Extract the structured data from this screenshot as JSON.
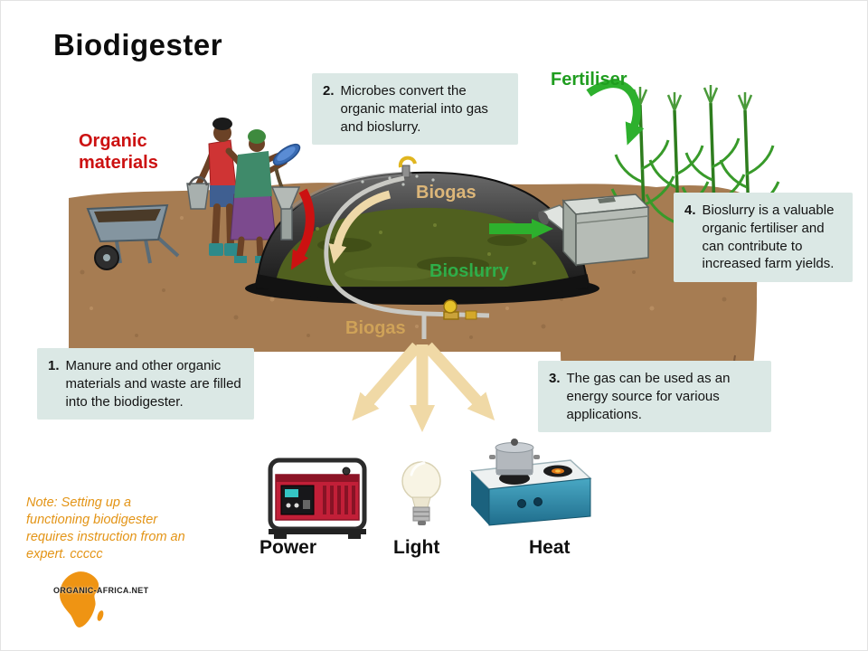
{
  "title": "Biodigester",
  "diagram": {
    "organic_materials_label": "Organic materials",
    "fertiliser_label": "Fertiliser",
    "biogas_top_label": "Biogas",
    "bioslurry_label": "Bioslurry",
    "biogas_bottom_label": "Biogas",
    "output_labels": {
      "power": "Power",
      "light": "Light",
      "heat": "Heat"
    }
  },
  "callouts": [
    {
      "number": "1.",
      "text": "Manure and other organic materials and waste are filled into the biodigester."
    },
    {
      "number": "2.",
      "text": "Microbes convert the organic material into gas and bioslurry."
    },
    {
      "number": "3.",
      "text": "The gas can be used as an energy source for various applications."
    },
    {
      "number": "4.",
      "text": "Bioslurry is a valuable organic fertiliser and can contribute to increased farm yields."
    }
  ],
  "note": "Note: Setting up a functioning biodigester requires instruction from an expert. ccccc",
  "logo": "ORGANIC-AFRICA.NET",
  "icons": [
    "generator-icon",
    "lightbulb-icon",
    "stove-icon",
    "wheelbarrow-icon",
    "biodigester-dome",
    "corn-plants",
    "africa-logo-shape",
    "red-inflow-arrow",
    "green-outflow-arrow",
    "green-fertiliser-arrow",
    "cream-biogas-arrows",
    "gas-valve-icon"
  ],
  "colors": {
    "ground": "#a67c52",
    "callout_bg": "#dbe8e5",
    "red_label": "#cc1111",
    "green_label": "#1f9d1f",
    "tan_label": "#d2a35f",
    "bioslurry_green": "#2fae49",
    "note_orange": "#e39416",
    "arrow_cream": "#f0d9a6",
    "arrow_green": "#2db02d",
    "arrow_red": "#cc1111",
    "dome_shell": "#3a3a3a",
    "slurry": "#50601f",
    "logo_orange": "#ef9413"
  }
}
